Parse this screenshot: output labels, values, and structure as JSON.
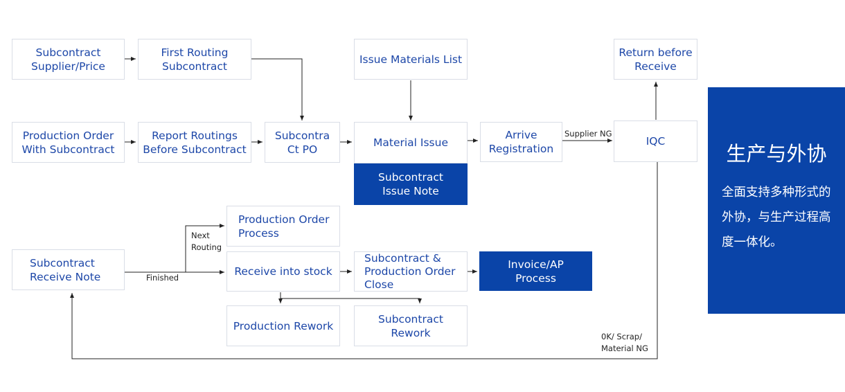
{
  "boxes": {
    "supplier_price": "Subcontract\nSupplier/Price",
    "first_routing": "First Routing\nSubcontract",
    "issue_list": "Issue Materials List",
    "return_receive": "Return before\nReceive",
    "prod_order": "Production Order\nWith Subcontract",
    "report_routings": "Report Routings\nBefore Subcontract",
    "subcontract_po": "Subcontra\nCt PO",
    "material_issue": "Material Issue",
    "arrive_reg": "Arrive\nRegistration",
    "iqc": "IQC",
    "issue_note": "Subcontract\nIssue Note",
    "prod_process": "Production Order\nProcess",
    "receive_note": "Subcontract\nReceive Note",
    "receive_stock": "Receive into stock",
    "order_close": "Subcontract &\nProduction Order\nClose",
    "invoice": "Invoice/AP\nProcess",
    "prod_rework": "Production Rework",
    "sub_rework": "Subcontract\nRework"
  },
  "labels": {
    "supplier_ng": "Supplier NG",
    "next_routing": "Next\nRouting",
    "finished": "Finished",
    "ok_scrap": "0K/ Scrap/\nMaterial NG"
  },
  "panel": {
    "title": "生产与外协",
    "text": "全面支持多种形式的外协，与生产过程高度一体化。"
  },
  "colors": {
    "accent": "#0a44a8",
    "box_text": "#1d47a8",
    "border": "#d9dde6"
  }
}
